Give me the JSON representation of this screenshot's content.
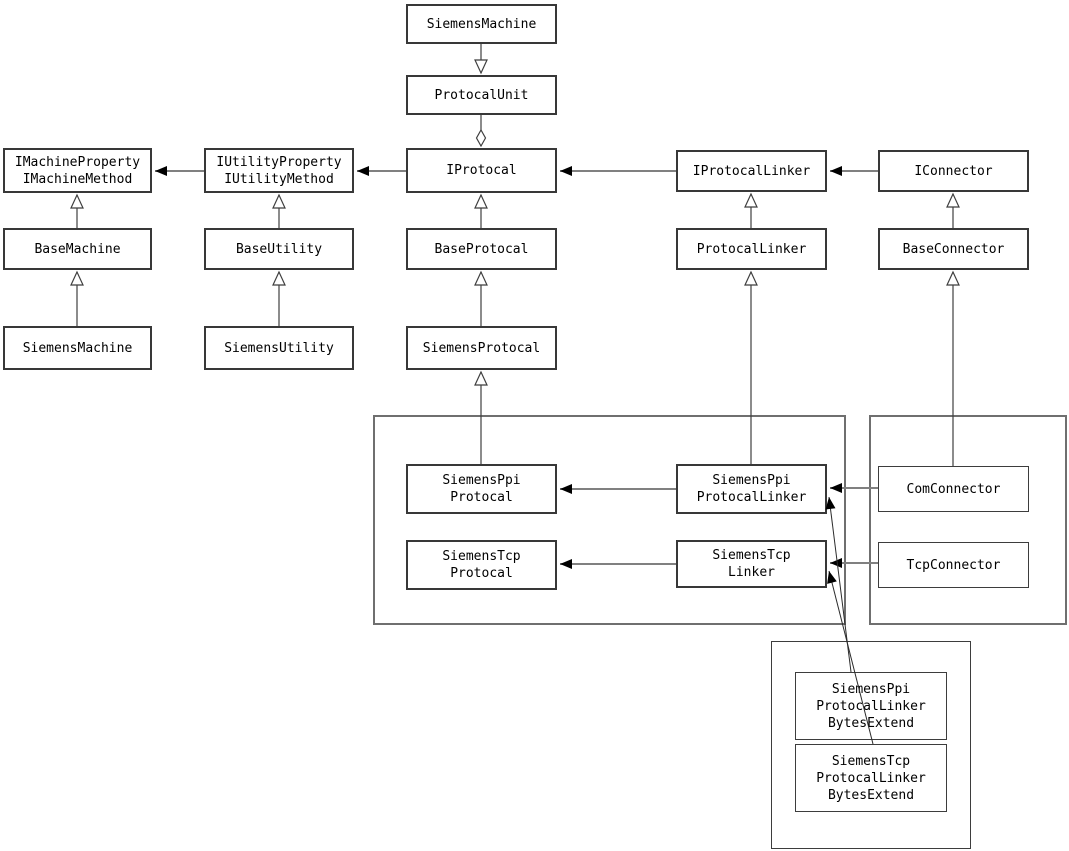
{
  "diagram": {
    "type": "uml-class-diagram",
    "nodes": {
      "siemens_machine_top": {
        "label": "SiemensMachine"
      },
      "protocal_unit": {
        "label": "ProtocalUnit"
      },
      "imachine": {
        "label": "IMachineProperty\nIMachineMethod"
      },
      "iutility": {
        "label": "IUtilityProperty\nIUtilityMethod"
      },
      "iprotocal": {
        "label": "IProtocal"
      },
      "iprotocal_linker": {
        "label": "IProtocalLinker"
      },
      "iconnector": {
        "label": "IConnector"
      },
      "base_machine": {
        "label": "BaseMachine"
      },
      "base_utility": {
        "label": "BaseUtility"
      },
      "base_protocal": {
        "label": "BaseProtocal"
      },
      "protocal_linker": {
        "label": "ProtocalLinker"
      },
      "base_connector": {
        "label": "BaseConnector"
      },
      "siemens_machine": {
        "label": "SiemensMachine"
      },
      "siemens_utility": {
        "label": "SiemensUtility"
      },
      "siemens_protocal": {
        "label": "SiemensProtocal"
      },
      "siemens_ppi_protocal": {
        "label": "SiemensPpi\nProtocal"
      },
      "siemens_tcp_protocal": {
        "label": "SiemensTcp\nProtocal"
      },
      "siemens_ppi_protocal_linker": {
        "label": "SiemensPpi\nProtocalLinker"
      },
      "siemens_tcp_linker": {
        "label": "SiemensTcp\nLinker"
      },
      "com_connector": {
        "label": "ComConnector"
      },
      "tcp_connector": {
        "label": "TcpConnector"
      },
      "siemens_ppi_protocal_linker_bytes_extend": {
        "label": "SiemensPpi\nProtocalLinker\nBytesExtend"
      },
      "siemens_tcp_protocal_linker_bytes_extend": {
        "label": "SiemensTcp\nProtocalLinker\nBytesExtend"
      }
    },
    "colors": {
      "background": "#ffffff",
      "box_border": "#383838",
      "group_border": "#6f6f6f",
      "association_line": "#808080",
      "generalization_line": "#3f3f3f",
      "arrowhead_fill": "#000000",
      "text": "#000000"
    }
  }
}
